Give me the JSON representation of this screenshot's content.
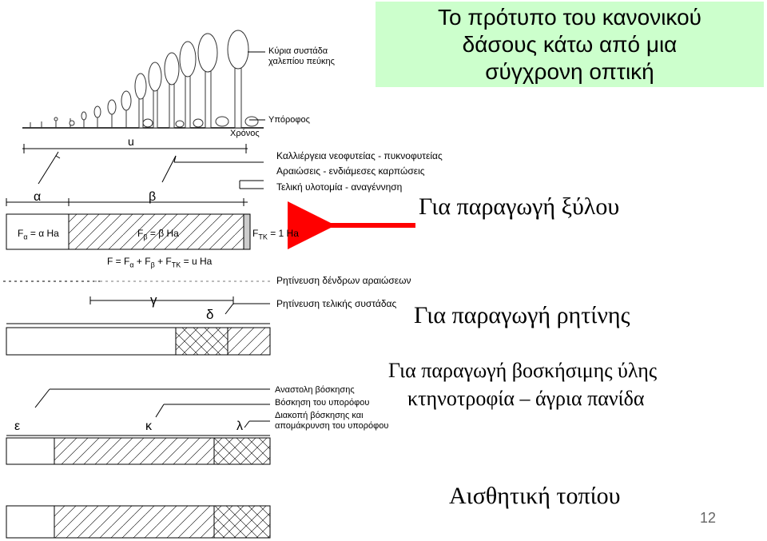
{
  "title": {
    "line1": "Το πρότυπο του κανονικού",
    "line2": "δάσους κάτω από μια",
    "line3": "σύγχρονη οπτική"
  },
  "diagram1": {
    "main_stand": "Κύρια συστάδα",
    "main_stand_2": "χαλεπίου πεύκης",
    "understory": "Υπόροφος",
    "time": "Χρόνος",
    "u": "u",
    "treatment1": "Καλλιέργεια νεοφυτείας - πυκνοφυτείας",
    "treatment2": "Αραιώσεις - ενδιάμεσες καρπώσεις",
    "treatment3": "Τελική υλοτομία - αναγέννηση",
    "alpha": "α",
    "beta": "β",
    "f_alpha": "F",
    "f_alpha_sub": "α",
    "f_alpha_rest": " = α Ha",
    "f_beta": "F",
    "f_beta_sub": "β",
    "f_beta_rest": " = β Ha",
    "f_tk": "F",
    "f_tk_sub": "TK",
    "f_tk_rest": " = 1 Ha",
    "formula_1": "F = F",
    "formula_sub1": "α",
    "formula_2": " + F",
    "formula_sub2": "β",
    "formula_3": " + F",
    "formula_sub3": "TK",
    "formula_4": " = u Ha"
  },
  "diagram2": {
    "resin1": "Ρητίνευση δένδρων αραιώσεων",
    "resin2": "Ρητίνευση τελικής συστάδας",
    "gamma": "γ",
    "delta": "δ"
  },
  "diagram3": {
    "graze1": "Αναστολη βόσκησης",
    "graze2": "Βόσκηση του υπορόφου",
    "graze3": "Διακοπή βόσκησης και",
    "graze3b": "απομάκρυνση του υπορόφου",
    "epsilon": "ε",
    "kappa": "κ",
    "lambda": "λ"
  },
  "labels": {
    "wood": "Για παραγωγή ξύλου",
    "resin": "Για παραγωγή ρητίνης",
    "graze_line1": "Για παραγωγή βοσκήσιμης ύλης",
    "graze_line2": "κτηνοτροφία – άγρια πανίδα",
    "aesthetic": "Αισθητική τοπίου"
  },
  "page_number": "12",
  "colors": {
    "title_bg": "#ccffcc",
    "arrow": "#ff0000"
  }
}
